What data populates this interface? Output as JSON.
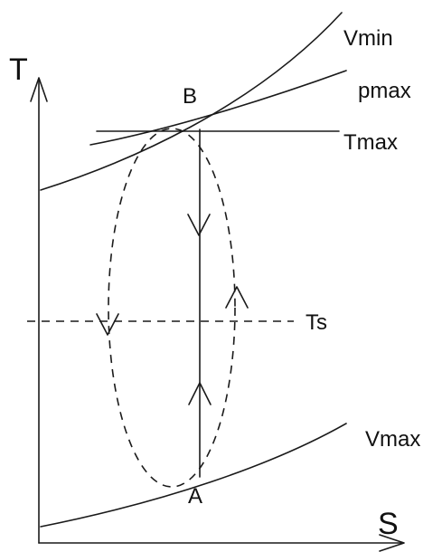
{
  "axes": {
    "y_label": "T",
    "x_label": "S"
  },
  "curves": {
    "vmin_label": "Vmin",
    "pmax_label": "pmax",
    "tmax_label": "Tmax",
    "ts_label": "Ts",
    "vmax_label": "Vmax"
  },
  "points": {
    "b_label": "B",
    "a_label": "A"
  }
}
